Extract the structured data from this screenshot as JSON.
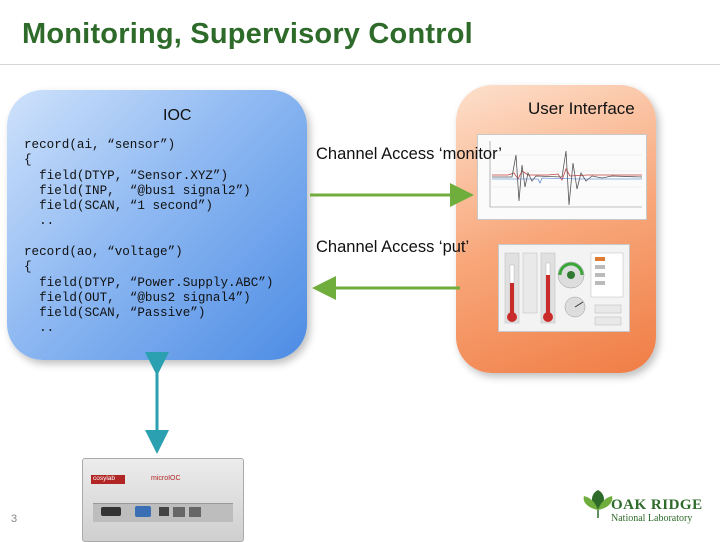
{
  "title": "Monitoring, Supervisory Control",
  "ioc": {
    "label": "IOC",
    "record1": "record(ai, “sensor”)\n{\n  field(DTYP, “Sensor.XYZ”)\n  field(INP,  “@bus1 signal2”)\n  field(SCAN, “1 second”)\n  ..",
    "record2": "record(ao, “voltage”)\n{\n  field(DTYP, “Power.Supply.ABC”)\n  field(OUT,  “@bus2 signal4”)\n  field(SCAN, “Passive”)\n  .."
  },
  "user_interface": {
    "label": "User Interface"
  },
  "channel_access": {
    "monitor": "Channel Access\n‘monitor’",
    "put": "Channel Access\n‘put’"
  },
  "device": {
    "brand": "cosylab",
    "model": "microIOC"
  },
  "page_number": "3",
  "logo": {
    "line1": "OAK RIDGE",
    "line2": "National Laboratory"
  },
  "colors": {
    "title": "#2e6b2a",
    "arrow": "#6fae3c",
    "ioc_fill": "#4d8ce4",
    "ui_fill": "#f07d45",
    "connector": "#2aa0b0"
  }
}
